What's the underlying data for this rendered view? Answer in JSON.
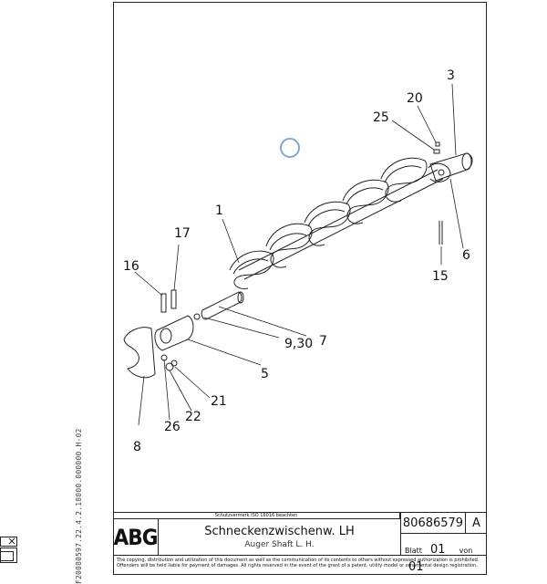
{
  "side_code": "F20080597.22.4.2.18000.000000.H-02",
  "callouts": [
    {
      "id": "c3",
      "text": "3"
    },
    {
      "id": "c20",
      "text": "20"
    },
    {
      "id": "c25",
      "text": "25"
    },
    {
      "id": "c1",
      "text": "1"
    },
    {
      "id": "c17",
      "text": "17"
    },
    {
      "id": "c16",
      "text": "16"
    },
    {
      "id": "c6",
      "text": "6"
    },
    {
      "id": "c15",
      "text": "15"
    },
    {
      "id": "c930",
      "text": "9,30"
    },
    {
      "id": "c7",
      "text": "7"
    },
    {
      "id": "c5",
      "text": "5"
    },
    {
      "id": "c21",
      "text": "21"
    },
    {
      "id": "c22",
      "text": "22"
    },
    {
      "id": "c26",
      "text": "26"
    },
    {
      "id": "c8",
      "text": "8"
    }
  ],
  "title_block": {
    "protection_note": "Schutzvermerk ISO 16016 beachten",
    "logo": "ABG",
    "title_de": "Schneckenzwischenw. LH",
    "title_en": "Auger Shaft L. H.",
    "doc_number": "80686579",
    "revision": "A",
    "sheet_label": "Blatt",
    "sheet_no": "01",
    "of_label": "von",
    "sheet_total": "01",
    "copyright": "The copying, distribution and utilization of this document as well as the communication of its contents to others without expressed authorization is prohibited. Offenders will be held liable for payment of damages. All rights reserved in the event of the grant of a patent, utility model or ornamental design registration."
  },
  "colors": {
    "line": "#222222",
    "marker": "#7fa7d0"
  }
}
